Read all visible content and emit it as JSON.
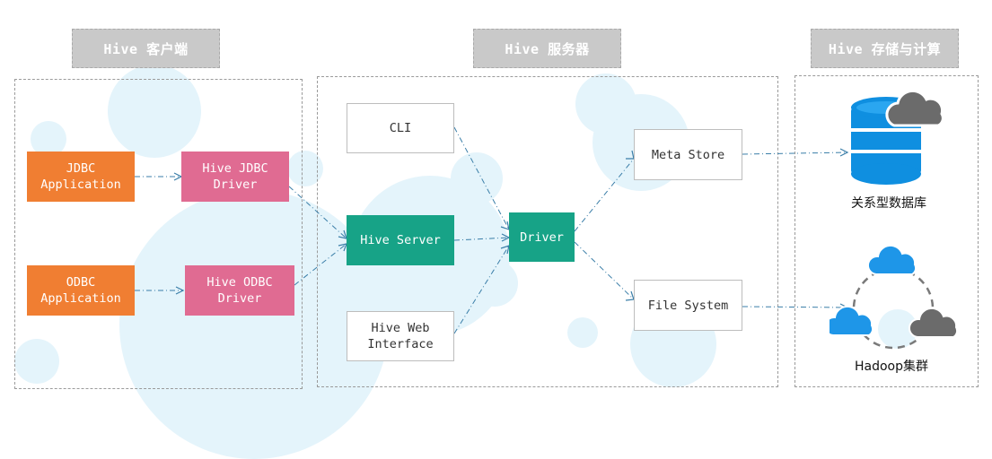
{
  "headers": {
    "client": "Hive 客户端",
    "server": "Hive 服务器",
    "storage": "Hive 存储与计算"
  },
  "client": {
    "jdbc_app": "JDBC\nApplication",
    "jdbc_driver": "Hive JDBC\nDriver",
    "odbc_app": "ODBC\nApplication",
    "odbc_driver": "Hive ODBC\nDriver"
  },
  "server": {
    "cli": "CLI",
    "hive_server": "Hive Server",
    "hive_web": "Hive Web\nInterface",
    "driver": "Driver",
    "meta_store": "Meta Store",
    "file_system": "File System"
  },
  "storage": {
    "rdbms_label": "关系型数据库",
    "hadoop_label": "Hadoop集群"
  },
  "colors": {
    "client_app": "#f07e32",
    "client_driver": "#e06b92",
    "server_core": "#17a387",
    "connector": "#3a7ea8",
    "database": "#0f8fe0",
    "cloud_gray": "#6b6b6b",
    "cloud_blue": "#1e96e8",
    "header_bg": "#c9c9c9"
  },
  "icons": {
    "database": "database-icon",
    "cloud": "cloud-icon"
  }
}
